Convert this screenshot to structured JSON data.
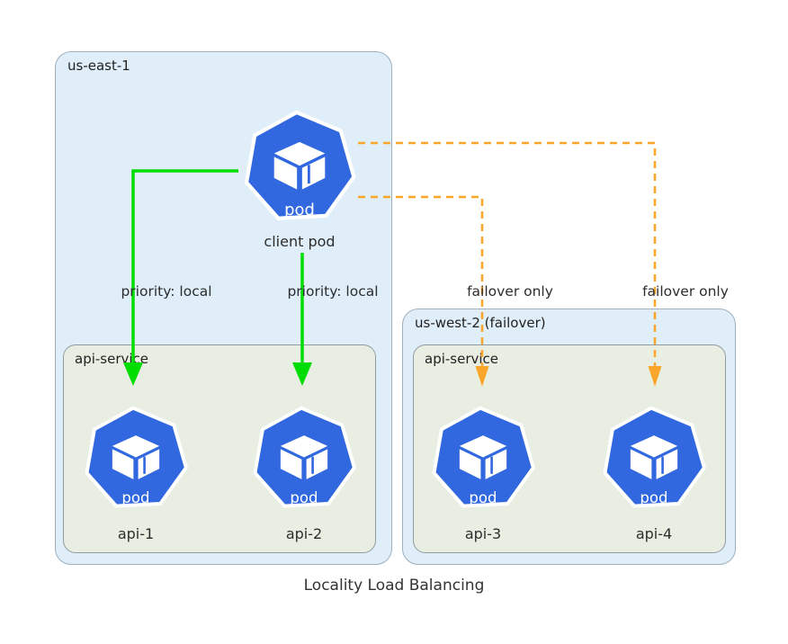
{
  "title": "Locality Load Balancing",
  "colors": {
    "region_fill": "#dfeef8",
    "region_border": "#9db0be",
    "service_fill": "#e9eee2",
    "service_border": "#939b9f",
    "pod_blue": "#3168df",
    "pod_outline": "#ffffff",
    "local_arrow": "#00dd00",
    "failover_arrow": "#f9a62b",
    "text": "#2d2d2d"
  },
  "regions": {
    "east": {
      "label": "us-east-1"
    },
    "west": {
      "label": "us-west-2 (failover)"
    }
  },
  "services": {
    "east": {
      "label": "api-service"
    },
    "west": {
      "label": "api-service"
    }
  },
  "pods": {
    "client": {
      "label": "client pod",
      "icon_label": "pod",
      "icon": "kubernetes-pod-icon"
    },
    "api1": {
      "label": "api-1",
      "icon_label": "pod",
      "icon": "kubernetes-pod-icon"
    },
    "api2": {
      "label": "api-2",
      "icon_label": "pod",
      "icon": "kubernetes-pod-icon"
    },
    "api3": {
      "label": "api-3",
      "icon_label": "pod",
      "icon": "kubernetes-pod-icon"
    },
    "api4": {
      "label": "api-4",
      "icon_label": "pod",
      "icon": "kubernetes-pod-icon"
    }
  },
  "edges": {
    "local1": {
      "label": "priority: local",
      "style": "solid",
      "from": "client pod",
      "to": "api-1"
    },
    "local2": {
      "label": "priority: local",
      "style": "solid",
      "from": "client pod",
      "to": "api-2"
    },
    "failover1": {
      "label": "failover only",
      "style": "dashed",
      "from": "client pod",
      "to": "api-3"
    },
    "failover2": {
      "label": "failover only",
      "style": "dashed",
      "from": "client pod",
      "to": "api-4"
    }
  }
}
